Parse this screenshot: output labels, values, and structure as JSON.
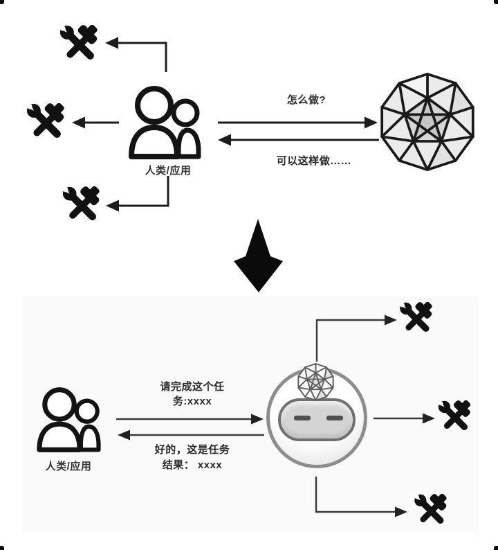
{
  "top_section": {
    "human_label": "人类/应用",
    "question_to_llm": "怎么做?",
    "answer_from_llm": "可以这样做……",
    "tool_count": 3
  },
  "bottom_section": {
    "human_label": "人类/应用",
    "task_request": "请完成这个任\n务:xxxx",
    "task_response": "好的，这是任务\n结果： xxxx",
    "tool_count": 3
  },
  "icons": {
    "tools": "hammer-wrench-icon",
    "human": "users-icon",
    "llm": "wireframe-sphere-icon",
    "agent": "robot-face-icon",
    "transition": "big-down-arrow-icon"
  },
  "colors": {
    "line": "#1c1c1c",
    "tool_icon": "#111111",
    "robot_border": "#8d8d8d",
    "visor_fill": "#d4d4d4",
    "panel_bg": "#fafafa"
  }
}
